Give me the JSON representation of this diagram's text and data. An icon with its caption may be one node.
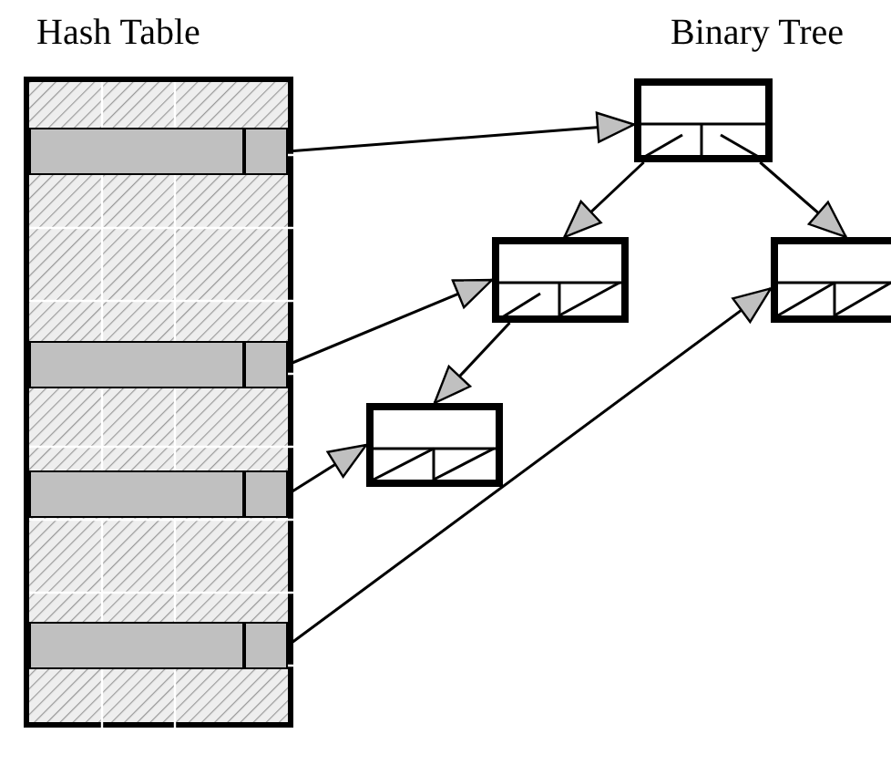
{
  "diagram": {
    "nodes": [
      {
        "text": [
          "Hash Table"
        ]
      },
      {
        "text": [],
        "shape": "bar",
        "in": 0
      },
      {
        "text": [],
        "shape": "bar",
        "in": 0
      },
      {
        "text": [],
        "shape": "bar",
        "in": 0
      },
      {
        "text": [],
        "shape": "bar",
        "in": 0
      },
      {
        "text": [],
        "shape": "box"
      },
      {
        "text": [],
        "shape": "box"
      },
      {
        "text": [],
        "shape": "box"
      },
      {
        "text": [],
        "shape": "box"
      }
    ],
    "edges": [
      {
        "from": 1,
        "to": 5,
        "arrow": "to"
      },
      {
        "from": 2,
        "to": 6,
        "arrow": "to"
      },
      {
        "from": 3,
        "to": 8,
        "arrow": "to"
      },
      {
        "from": 4,
        "to": 7,
        "arrow": "to"
      },
      {
        "from": 5,
        "to": 6,
        "arrow": "to"
      },
      {
        "from": 5,
        "to": 7,
        "arrow": "to"
      },
      {
        "from": 6,
        "to": 8,
        "arrow": "to"
      }
    ],
    "labels": [
      "Binary Tree"
    ]
  }
}
